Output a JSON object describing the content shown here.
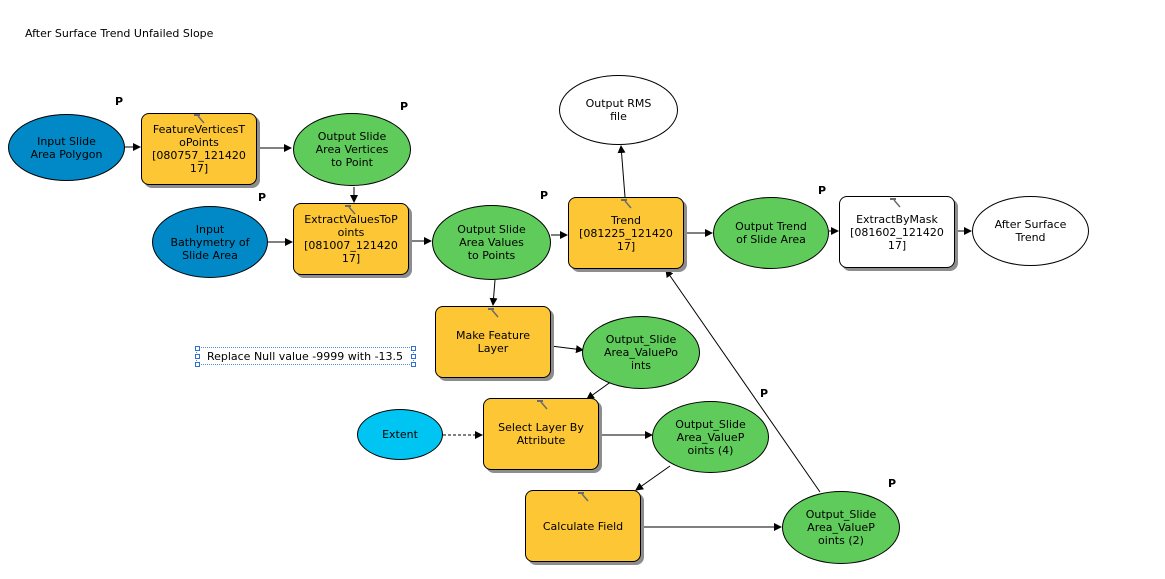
{
  "title": "After Surface Trend Unfailed Slope",
  "param_marker": "P",
  "note": "Replace Null value -9999 with -13.5",
  "nodes": {
    "input_slide_area_polygon": "Input Slide\nArea Polygon",
    "feature_vertices_to_points": "FeatureVerticesT\noPoints\n[080757_121420\n17]",
    "output_slide_area_vertices": "Output Slide\nArea Vertices\nto Point",
    "input_bathymetry": "Input\nBathymetry of\nSlide Area",
    "extract_values_to_points": "ExtractValuesToP\noints\n[081007_121420\n17]",
    "output_slide_area_values": "Output Slide\nArea Values\nto Points",
    "output_rms_file": "Output RMS\nfile",
    "trend": "Trend\n[081225_121420\n17]",
    "output_trend": "Output Trend\nof Slide Area",
    "extract_by_mask": "ExtractByMask\n[081602_121420\n17]",
    "after_surface_trend": "After Surface\nTrend",
    "make_feature_layer": "Make Feature\nLayer",
    "output_slide_area_valuepoints": "Output_Slide\nArea_ValuePo\nints",
    "extent": "Extent",
    "select_layer_by_attribute": "Select Layer By\nAttribute",
    "output_slide_area_valuepoints_4": "Output_Slide\nArea_ValueP\noints (4)",
    "calculate_field": "Calculate Field",
    "output_slide_area_valuepoints_2": "Output_Slide\nArea_ValueP\noints (2)"
  },
  "colors": {
    "input": "#0089c6",
    "output": "#5fcb5a",
    "tool": "#fdc634",
    "extent": "#00c5f2",
    "unrun": "#ffffff"
  }
}
